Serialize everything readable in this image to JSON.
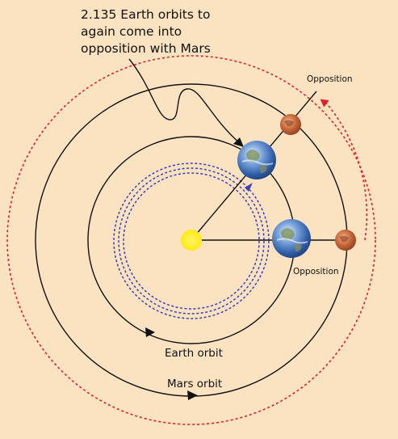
{
  "caption": {
    "line1": "2.135 Earth orbits to",
    "line2": "again come into",
    "line3": "opposition with Mars"
  },
  "labels": {
    "opposition_top": "Opposition",
    "opposition_bottom": "Opposition",
    "earth_orbit": "Earth orbit",
    "mars_orbit": "Mars orbit"
  },
  "colors": {
    "background": "#fbe2c0",
    "sun": "#ffeb00",
    "orbit_line": "#111111",
    "mars_path": "#e0202a",
    "earth_path": "#3b3fbf",
    "mars": "#c9703f",
    "earth": "#3c6fb8"
  }
}
